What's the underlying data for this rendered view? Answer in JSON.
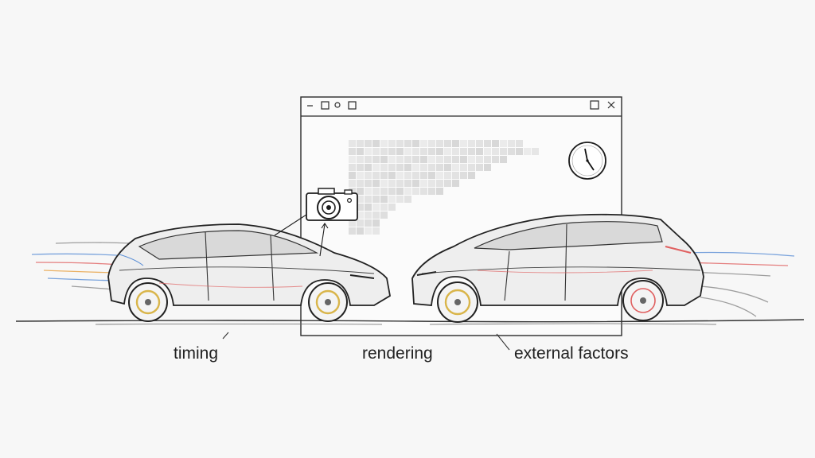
{
  "labels": {
    "timing": "timing",
    "rendering": "rendering",
    "external_factors": "external factors"
  },
  "icons": {
    "window_controls": [
      "minimize-icon",
      "radio-icon",
      "square-icon"
    ],
    "window_right_controls": [
      "maximize-icon",
      "close-icon"
    ],
    "clock": "clock-icon",
    "camera": "camera-icon"
  },
  "colors": {
    "background": "#f7f7f7",
    "ink": "#222222",
    "wheel_accent": "#d9b54a",
    "streak_blue": "#5b8fd6",
    "streak_red": "#e06060",
    "streak_orange": "#e8a040"
  }
}
